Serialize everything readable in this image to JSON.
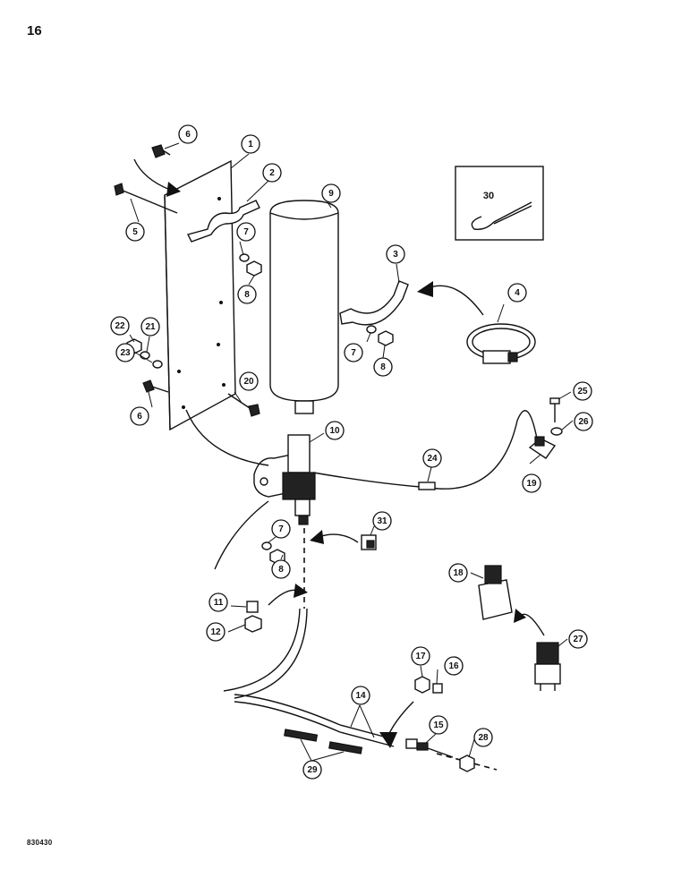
{
  "page": {
    "number": "16",
    "drawing_code": "830430"
  },
  "kit_box": {
    "label": "30"
  },
  "callouts": [
    {
      "id": "c1",
      "label": "1"
    },
    {
      "id": "c2",
      "label": "2"
    },
    {
      "id": "c3",
      "label": "3"
    },
    {
      "id": "c4",
      "label": "4"
    },
    {
      "id": "c5",
      "label": "5"
    },
    {
      "id": "c6a",
      "label": "6"
    },
    {
      "id": "c6b",
      "label": "6"
    },
    {
      "id": "c7a",
      "label": "7"
    },
    {
      "id": "c7b",
      "label": "7"
    },
    {
      "id": "c7c",
      "label": "7"
    },
    {
      "id": "c8a",
      "label": "8"
    },
    {
      "id": "c8b",
      "label": "8"
    },
    {
      "id": "c8c",
      "label": "8"
    },
    {
      "id": "c9",
      "label": "9"
    },
    {
      "id": "c10",
      "label": "10"
    },
    {
      "id": "c11",
      "label": "11"
    },
    {
      "id": "c12",
      "label": "12"
    },
    {
      "id": "c14",
      "label": "14"
    },
    {
      "id": "c15",
      "label": "15"
    },
    {
      "id": "c16",
      "label": "16"
    },
    {
      "id": "c17",
      "label": "17"
    },
    {
      "id": "c18",
      "label": "18"
    },
    {
      "id": "c19",
      "label": "19"
    },
    {
      "id": "c20",
      "label": "20"
    },
    {
      "id": "c21",
      "label": "21"
    },
    {
      "id": "c22",
      "label": "22"
    },
    {
      "id": "c23",
      "label": "23"
    },
    {
      "id": "c24",
      "label": "24"
    },
    {
      "id": "c25",
      "label": "25"
    },
    {
      "id": "c26",
      "label": "26"
    },
    {
      "id": "c27",
      "label": "27"
    },
    {
      "id": "c28",
      "label": "28"
    },
    {
      "id": "c29",
      "label": "29"
    },
    {
      "id": "c31",
      "label": "31"
    }
  ]
}
